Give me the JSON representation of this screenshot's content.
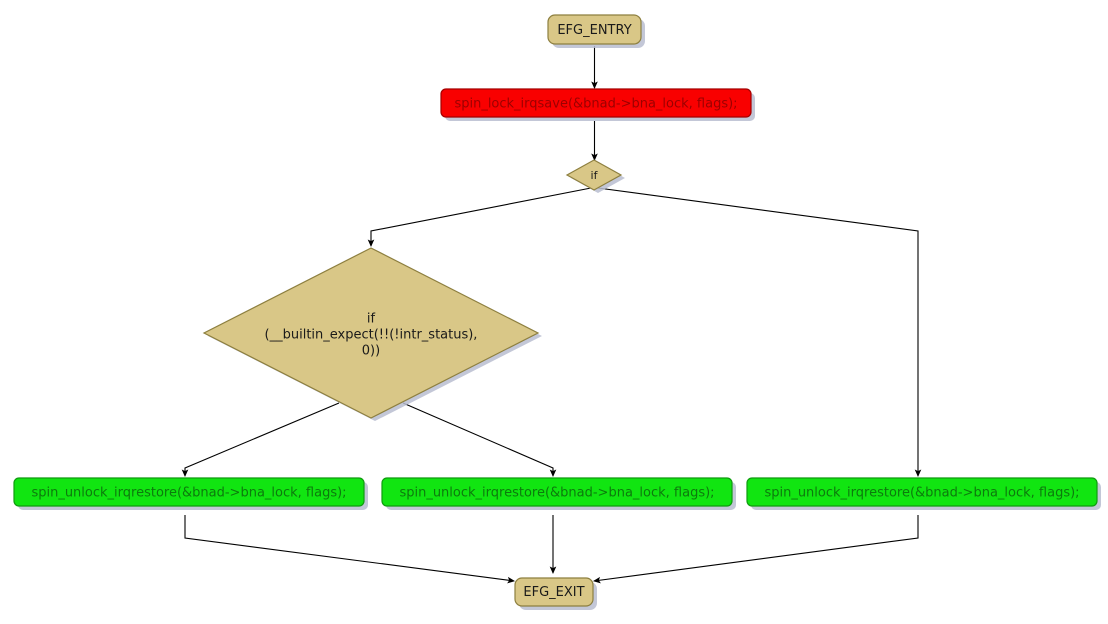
{
  "diagram": {
    "type": "control-flow-graph",
    "title": "",
    "background_color": "#ffffff",
    "colors": {
      "terminal_fill": "#d9c787",
      "terminal_border": "#8d7f3f",
      "statement_error_fill": "#f90000",
      "statement_error_text": "#9c0000",
      "statement_ok_fill": "#11e511",
      "statement_ok_text": "#0d7a0d",
      "decision_fill": "#d9c787",
      "edge_stroke": "#000000",
      "shadow": "#b9bdd0"
    },
    "nodes": [
      {
        "id": "entry",
        "kind": "terminal",
        "label": "EFG_ENTRY"
      },
      {
        "id": "lock",
        "kind": "statement-error",
        "label": "spin_lock_irqsave(&bnad->bna_lock, flags);"
      },
      {
        "id": "if_small",
        "kind": "decision",
        "label": "if"
      },
      {
        "id": "if_big",
        "kind": "decision",
        "label_lines": [
          "if",
          "(__builtin_expect(!!(!intr_status),",
          "0))"
        ]
      },
      {
        "id": "unlock_left",
        "kind": "statement-ok",
        "label": "spin_unlock_irqrestore(&bnad->bna_lock, flags);"
      },
      {
        "id": "unlock_mid",
        "kind": "statement-ok",
        "label": "spin_unlock_irqrestore(&bnad->bna_lock, flags);"
      },
      {
        "id": "unlock_right",
        "kind": "statement-ok",
        "label": "spin_unlock_irqrestore(&bnad->bna_lock, flags);"
      },
      {
        "id": "exit",
        "kind": "terminal",
        "label": "EFG_EXIT"
      }
    ],
    "edges": [
      {
        "from": "entry",
        "to": "lock",
        "label": ""
      },
      {
        "from": "lock",
        "to": "if_small",
        "label": ""
      },
      {
        "from": "if_small",
        "to": "if_big",
        "label": ""
      },
      {
        "from": "if_small",
        "to": "unlock_right",
        "label": ""
      },
      {
        "from": "if_big",
        "to": "unlock_left",
        "label": ""
      },
      {
        "from": "if_big",
        "to": "unlock_mid",
        "label": ""
      },
      {
        "from": "unlock_left",
        "to": "exit",
        "label": ""
      },
      {
        "from": "unlock_mid",
        "to": "exit",
        "label": ""
      },
      {
        "from": "unlock_right",
        "to": "exit",
        "label": ""
      }
    ]
  }
}
